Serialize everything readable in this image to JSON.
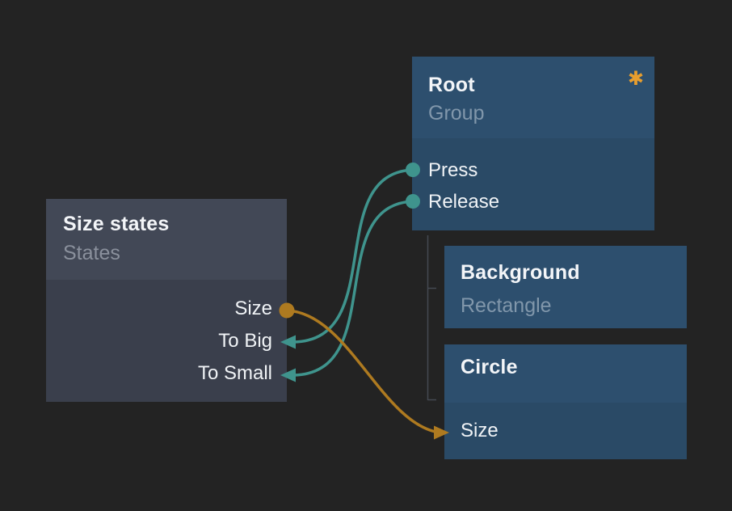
{
  "app": {
    "view": "node graph editor canvas"
  },
  "nodes": {
    "size_states": {
      "title": "Size states",
      "subtitle": "States",
      "ports": [
        {
          "label": "Size",
          "connector": "dot",
          "side": "right"
        },
        {
          "label": "To Big",
          "connector": "arrow",
          "side": "right"
        },
        {
          "label": "To Small",
          "connector": "arrow",
          "side": "right"
        }
      ]
    },
    "root": {
      "title": "Root",
      "subtitle": "Group",
      "badge": "asterisk",
      "ports": [
        {
          "label": "Press",
          "connector": "dot",
          "side": "left"
        },
        {
          "label": "Release",
          "connector": "dot",
          "side": "left"
        }
      ]
    },
    "background": {
      "title": "Background",
      "subtitle": "Rectangle"
    },
    "circle": {
      "title": "Circle",
      "ports": [
        {
          "label": "Size",
          "connector": "arrow",
          "side": "left"
        }
      ]
    }
  },
  "hierarchy": {
    "parent": "Root",
    "children": [
      "Background",
      "Circle"
    ]
  },
  "edges": [
    {
      "from_node": "Root",
      "from_port": "Press",
      "to_node": "Size states",
      "to_port": "To Big",
      "color": "#3f948d"
    },
    {
      "from_node": "Root",
      "from_port": "Release",
      "to_node": "Size states",
      "to_port": "To Small",
      "color": "#3f948d"
    },
    {
      "from_node": "Size states",
      "from_port": "Size",
      "to_node": "Circle",
      "to_port": "Size",
      "color": "#ae7a20"
    }
  ],
  "colors": {
    "canvas_bg": "#232323",
    "node_blue_header": "#2d4f6e",
    "node_blue_body": "#2a4a66",
    "node_gray_header": "#424856",
    "node_gray_body": "#3a3f4c",
    "teal_edge": "#3f948d",
    "orange_edge": "#ae7a20",
    "badge_orange": "#e89e2e",
    "tree_line": "#454a53",
    "title_text": "#f3f5f8",
    "subtitle_text": "#8197ab"
  },
  "icons": {
    "asterisk": "✱"
  }
}
